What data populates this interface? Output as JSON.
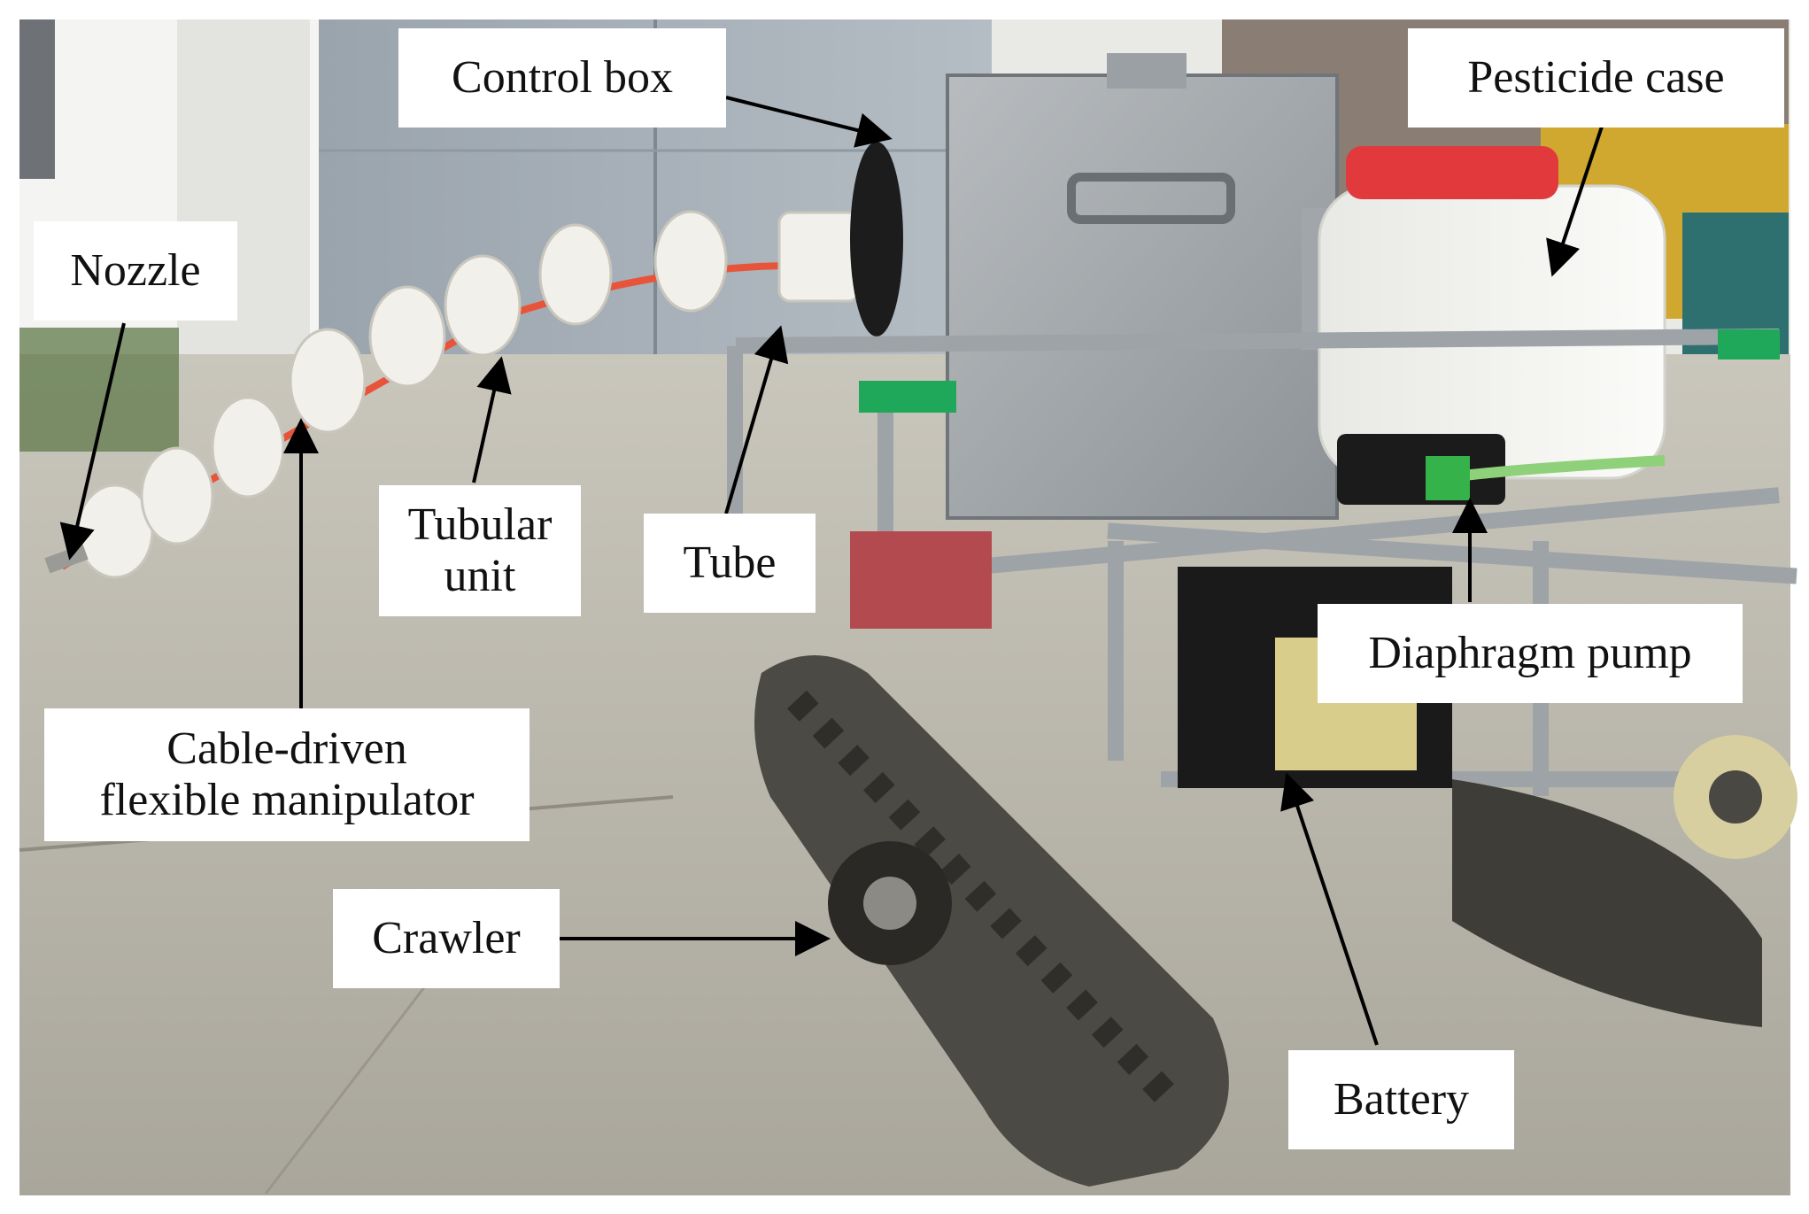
{
  "figure": {
    "labels": {
      "control_box": "Control box",
      "pesticide_case": "Pesticide case",
      "nozzle": "Nozzle",
      "tubular_unit_line1": "Tubular",
      "tubular_unit_line2": "unit",
      "tube": "Tube",
      "diaphragm_pump": "Diaphragm pump",
      "manipulator_line1": "Cable-driven",
      "manipulator_line2": "flexible manipulator",
      "crawler": "Crawler",
      "battery": "Battery"
    }
  }
}
